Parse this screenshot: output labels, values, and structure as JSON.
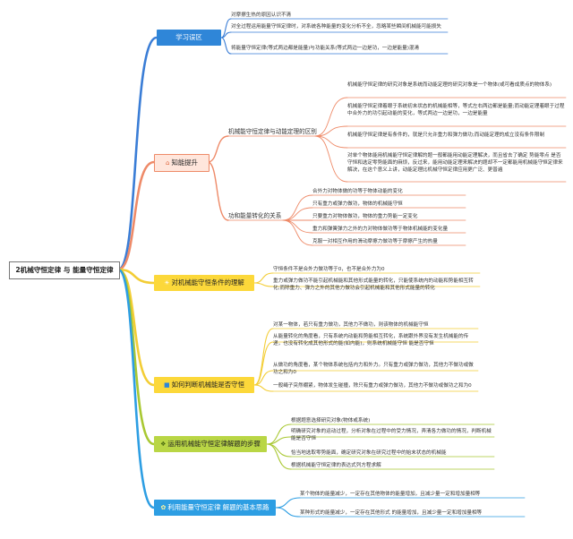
{
  "root": {
    "title": "2机械守恒定律 与 能量守恒定律"
  },
  "branches": {
    "b1": {
      "label": "学习误区",
      "color": "#3a7dd6",
      "leaves": [
        "对摩擦生热的原因认识不清",
        "对全过程运用能量守恒定律时，对系统各种能量的变化分析不全，忽略某些瞬间机械能可能损失",
        "将能量守恒定律(等式两边都是能量)与功能关系(等式两边一边是功，一边是能量)混淆"
      ]
    },
    "b2": {
      "label": "知能提升",
      "color": "#ee8a68",
      "icon": "⌂",
      "s1": {
        "label": "机械能守恒定律与动能定理的区别",
        "leaves": [
          "机械能守恒定律的研究对象是系统而动能定理的研究对象是一个物体(或可看成质点的物体系)",
          "机械能守恒定律着眼于系统初末状态的机械能相等，等式左右两边都是能量;而动能定理着眼于过程中合外力的功引起动能的变化，等式两边一边是功，一边是能量",
          "机械能守恒定律是有条件的，就是只允许重力和弹力做功;而动能定理的成立没有条件限制",
          "对单个物体能用机械能守恒定律解的题一般都能用动能定理解决，而且省去了确定 势能零点 是否守恒和选定零势能面的麻烦，反过来，能用动能定理来解决的题却不一定都能用机械能守恒定律来解决，在这个意义上讲，动能定理比机械守恒定律应用更广泛、更普遍"
        ]
      },
      "s2": {
        "label": "功和能量转化的关系",
        "leaves": [
          "合外力对物体做的功等于物体动能的变化",
          "只有重力或弹力做功，物体的机械能守恒",
          "只要重力对物体做功，物体的重力势能一定变化",
          "重力和弹簧弹力之外的力对物体做功等于物体机械能的变化量",
          "克服一对相互作用的滑动摩擦力做功等于摩擦产生的热量"
        ]
      }
    },
    "b3": {
      "label": "对机械能守恒条件的理解",
      "color": "#f3cd35",
      "icon": "☀",
      "leaves": [
        "守恒条件不是合外力做功等于0，也不是合外力为0",
        "重力或弹力做功不能引起机械能和其他形式能量的转化，只能使系统内的动能和势能相互转化;而除重力、弹力之外的其他力做功会引起机械能和其他形式能量的转化"
      ]
    },
    "b4": {
      "label": "如何判断机械能是否守恒",
      "color": "#f3cd35",
      "icon": "■",
      "leaves": [
        "对某一物体，若只有重力做功，其他力不做功，则该物体的机械能守恒",
        "从能量转化的角度看，只有系统内动能和势能相互转化，系统跟外界没有发生机械能的传递，也没有转化成其他形式的能(如内能)，则系统机械能守恒 能是否守恒",
        "从做功的角度看，某个物体系统包括内力和外力。只有重力或弹力做功，其他力不做功或做功之和为0",
        "一般绳子突然绷紧，物体发生碰撞，除只有重力或弹力做功，其他力不做功或做功之和为0"
      ]
    },
    "b5": {
      "label": "运用机械能守恒定律解题的步骤",
      "color": "#a9c832",
      "icon": "❖",
      "leaves": [
        "根据题意选择研究对象(物体或系统)",
        "明确研究对象的运动过程，分析对象在过程中的受力情况，弄清各力做功的情况，判断机械能是否守恒",
        "恰当地选取零势能面，确定研究对象在研究过程中的始末状态的机械能",
        "根据机械能守恒定律的表达式列方程求解"
      ]
    },
    "b6": {
      "label": "利用能量守恒定律 解题的基本思路",
      "color": "#2d9ee3",
      "icon": "✿",
      "leaves": [
        "某个物体的能量减少，一定存在其他物体的能量增加，且减少量一定和增加量相等",
        "某种形式的能量减少，一定存在其他形式 的能量增加，且减少量一定和增加量相等"
      ]
    }
  }
}
